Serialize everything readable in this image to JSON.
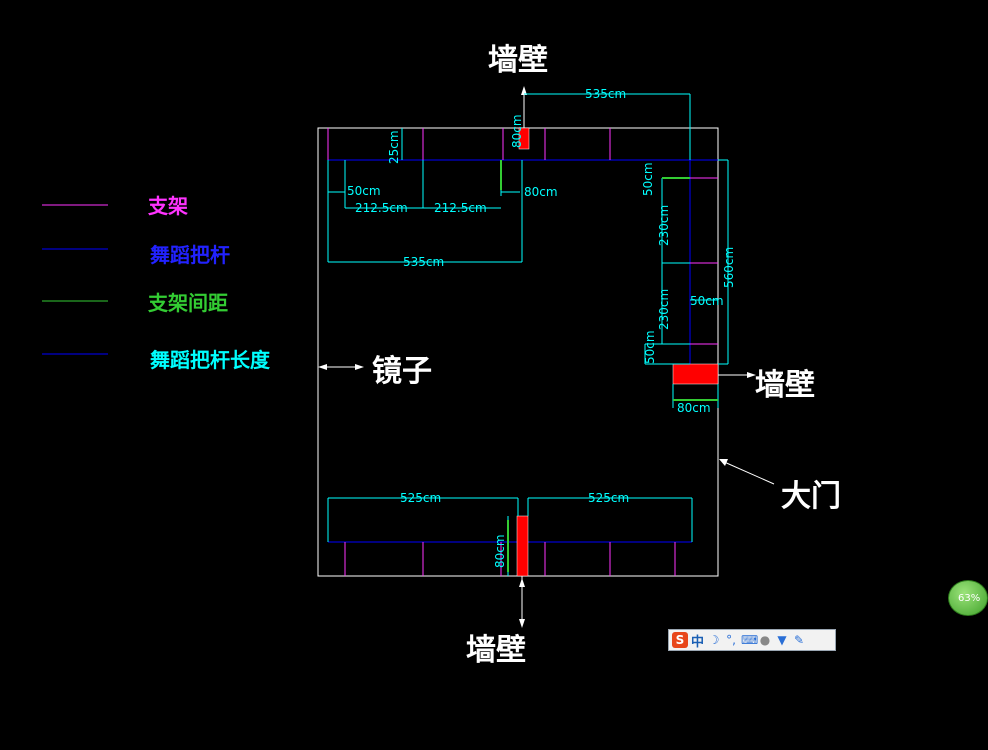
{
  "labels": {
    "wall_top": "墙壁",
    "wall_right": "墙壁",
    "wall_bottom": "墙壁",
    "mirror": "镜子",
    "door": "大门"
  },
  "legend": [
    {
      "label": "支架",
      "color": "#ff33ff"
    },
    {
      "label": "舞蹈把杆",
      "color": "#0000ff"
    },
    {
      "label": "支架间距",
      "color": "#33cc33"
    },
    {
      "label": "舞蹈把杆长度",
      "color": "#00ffff"
    }
  ],
  "dims": {
    "top_bar_length": "535cm",
    "top_left_bar_length": "535cm",
    "top_depth": "25cm",
    "top_wall_width": "80cm",
    "top_end_gap": "50cm",
    "top_spacing_1": "212.5cm",
    "top_spacing_2": "212.5cm",
    "top_pillar_gap": "80cm",
    "right_bar_length": "560cm",
    "right_end_gap_top": "50cm",
    "right_spacing_1": "230cm",
    "right_spacing_2": "230cm",
    "right_end_gap_bottom": "50cm",
    "right_depth": "50cm",
    "right_wall_width": "80cm",
    "bottom_left_length": "525cm",
    "bottom_right_length": "525cm",
    "bottom_wall_width": "80cm"
  },
  "ime_toolbar": {
    "logo": "S",
    "mode": "中",
    "icons": [
      "moon-icon",
      "punctuation-icon",
      "keyboard-icon",
      "user-icon",
      "shirt-icon",
      "wrench-icon"
    ]
  },
  "progress_badge": "63%",
  "colors": {
    "background": "#000000",
    "outline": "#ffffff",
    "support": "#ff33ff",
    "bar": "#0000ff",
    "spacing": "#33cc33",
    "bar_length": "#00ffff",
    "wall_block": "#ff0000"
  }
}
